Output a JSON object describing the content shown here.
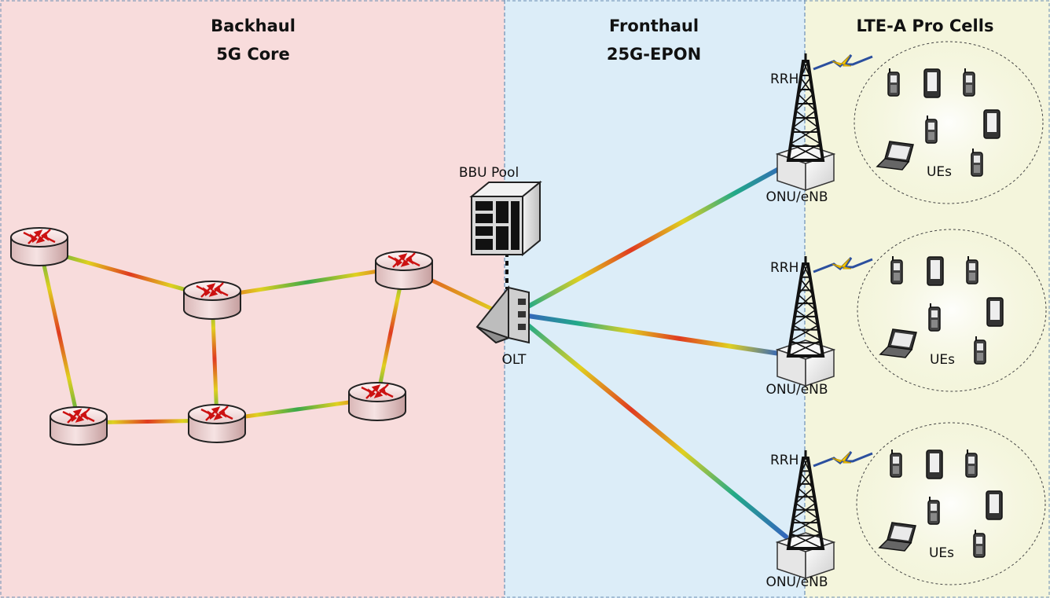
{
  "sections": {
    "backhaul": {
      "title": "Backhaul",
      "subtitle": "5G Core",
      "color": "#f8dcdc"
    },
    "fronthaul": {
      "title": "Fronthaul",
      "subtitle": "25G-EPON",
      "color": "#dcedf8"
    },
    "cells": {
      "title": "LTE-A Pro Cells",
      "color": "#f4f5dc"
    }
  },
  "nodes": {
    "bbu_label": "BBU Pool",
    "olt_label": "OLT"
  },
  "towers": [
    {
      "rrh_label": "RRH",
      "base_label": "ONU/eNB"
    },
    {
      "rrh_label": "RRH",
      "base_label": "ONU/eNB"
    },
    {
      "rrh_label": "RRH",
      "base_label": "ONU/eNB"
    }
  ],
  "cells": [
    {
      "ue_label": "UEs"
    },
    {
      "ue_label": "UEs"
    },
    {
      "ue_label": "UEs"
    }
  ],
  "icons": {
    "router": "router-icon",
    "bbu": "server-rack-icon",
    "olt": "olt-icon",
    "tower": "cell-tower-icon",
    "wireless": "lightning-bolt-icon",
    "phone": "phone-icon",
    "laptop": "laptop-icon"
  }
}
